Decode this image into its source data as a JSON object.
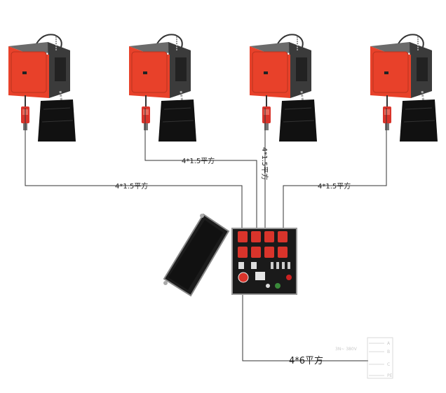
{
  "diagram": {
    "cable_labels": {
      "hoist1": "4*1.5平方",
      "hoist2": "4*1.5平方",
      "hoist3": "4*1.5平方",
      "hoist4": "4*1.5平方",
      "power": "4*6平方"
    },
    "hoists": [
      {
        "id": "hoist-1"
      },
      {
        "id": "hoist-2"
      },
      {
        "id": "hoist-3"
      },
      {
        "id": "hoist-4"
      }
    ],
    "power_box": {
      "voltage_text": "3N~ 380V",
      "terminals": [
        "A",
        "B",
        "C",
        "PE"
      ]
    },
    "colors": {
      "hoist_face": "#e8412a",
      "controller_body": "#1a1a1a",
      "socket_red": "#d9342b",
      "line": "#333333"
    }
  }
}
